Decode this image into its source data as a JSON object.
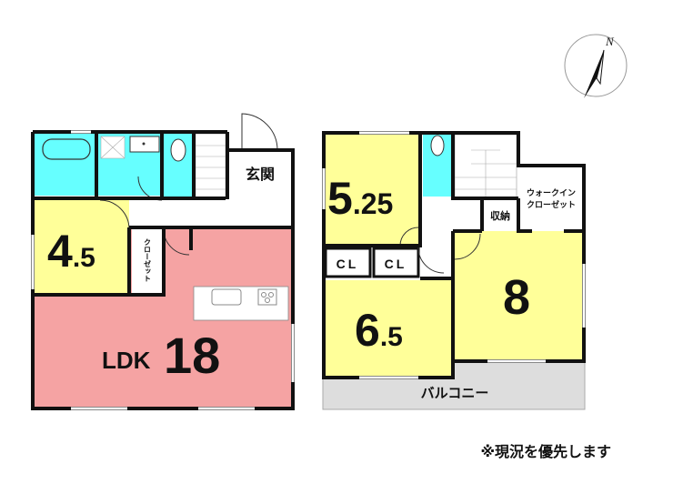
{
  "colors": {
    "wet_area": "#66ffff",
    "room": "#ffff99",
    "ldk": "#f5a3a3",
    "balcony": "#dddddd",
    "wall": "#111111"
  },
  "floor1": {
    "entrance": "玄関",
    "room_western": {
      "size": "4",
      "size_decimal": ".5"
    },
    "closet": "クローゼット",
    "ldk": {
      "label": "LDK",
      "size": "18"
    }
  },
  "floor2": {
    "room_a": {
      "size": "5",
      "size_decimal": ".25"
    },
    "cl_left": "CL",
    "cl_right": "CL",
    "room_b": {
      "size": "6",
      "size_decimal": ".5"
    },
    "room_c": {
      "size": "8"
    },
    "storage": "収納",
    "walk_in_closet_line1": "ウォークイン",
    "walk_in_closet_line2": "クローゼット",
    "balcony": "バルコニー"
  },
  "compass": {
    "north_label": "N"
  },
  "note": "※現況を優先します"
}
